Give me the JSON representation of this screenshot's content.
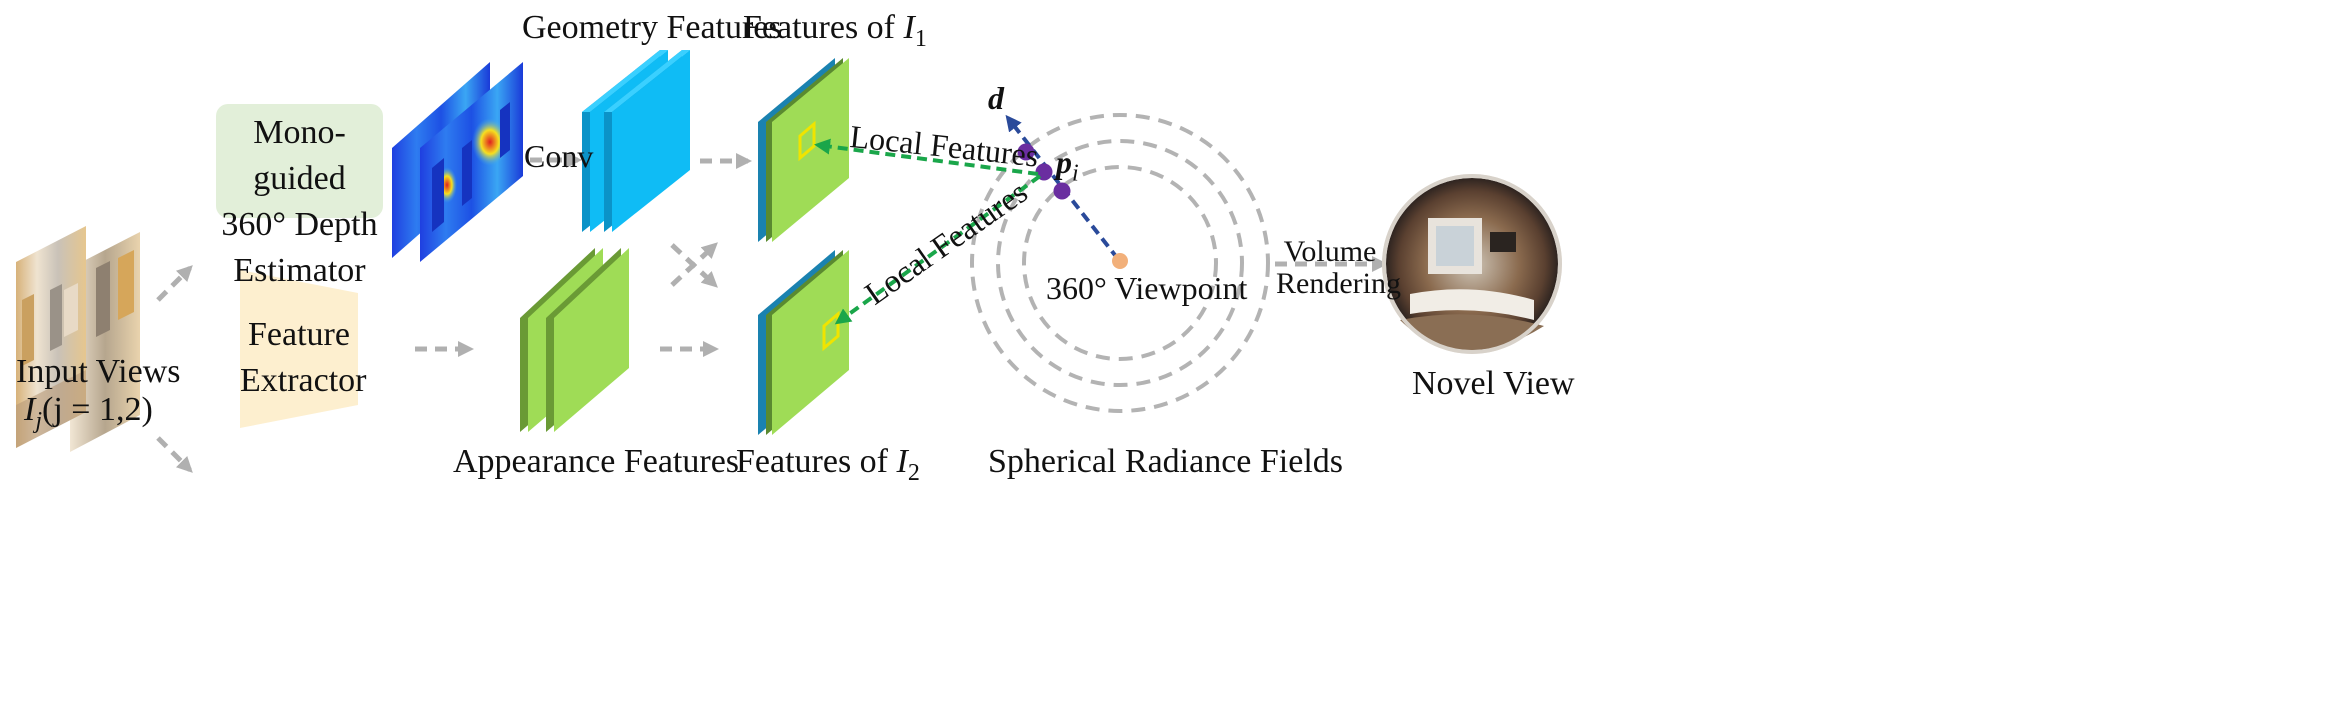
{
  "input_views": {
    "label": "Input Views",
    "formula": "I_j (j = 1,2)",
    "formula_main": "I",
    "formula_sub": "j",
    "formula_rest": "(j = 1,2)"
  },
  "depth_estimator": {
    "line1": "Mono-guided",
    "line2": "360° Depth",
    "line3": "Estimator"
  },
  "feature_extractor": {
    "line1": "Feature",
    "line2": "Extractor"
  },
  "conv_label": "Conv",
  "geometry_features": {
    "label": "Geometry Features"
  },
  "appearance_features": {
    "label": "Appearance Features"
  },
  "features_i1": {
    "label": "Features of",
    "symbol": "I",
    "sub": "1"
  },
  "features_i2": {
    "label": "Features of",
    "symbol": "I",
    "sub": "2"
  },
  "local_features_top": "Local Features",
  "local_features_bottom": "Local Features",
  "direction_symbol": "d",
  "point_symbol": "p",
  "point_sub": "i",
  "viewpoint_label": "360° Viewpoint",
  "spherical_fields": {
    "label": "Spherical Radiance Fields"
  },
  "volume_rendering": {
    "line1": "Volume",
    "line2": "Rendering"
  },
  "novel_view": {
    "label": "Novel View"
  },
  "colors": {
    "depth_box": "#e2efd9",
    "extractor_box": "#fdefcf",
    "geo_front": "#0fbcf5",
    "geo_side": "#0b93c8",
    "app_front": "#9fdc56",
    "app_side": "#6a9a35",
    "feat_front": "#9fdc56",
    "feat_side": "#5a8a30",
    "feat_back": "#1a82b0",
    "arrow_gray": "#b0b0b0",
    "arrow_green": "#1aa64a",
    "ray_blue": "#2a4a9a",
    "point_purple": "#6a2ea0",
    "viewpoint": "#f2b07a",
    "circle": "#b3b3b3",
    "patch_yellow": "#f0e400"
  }
}
